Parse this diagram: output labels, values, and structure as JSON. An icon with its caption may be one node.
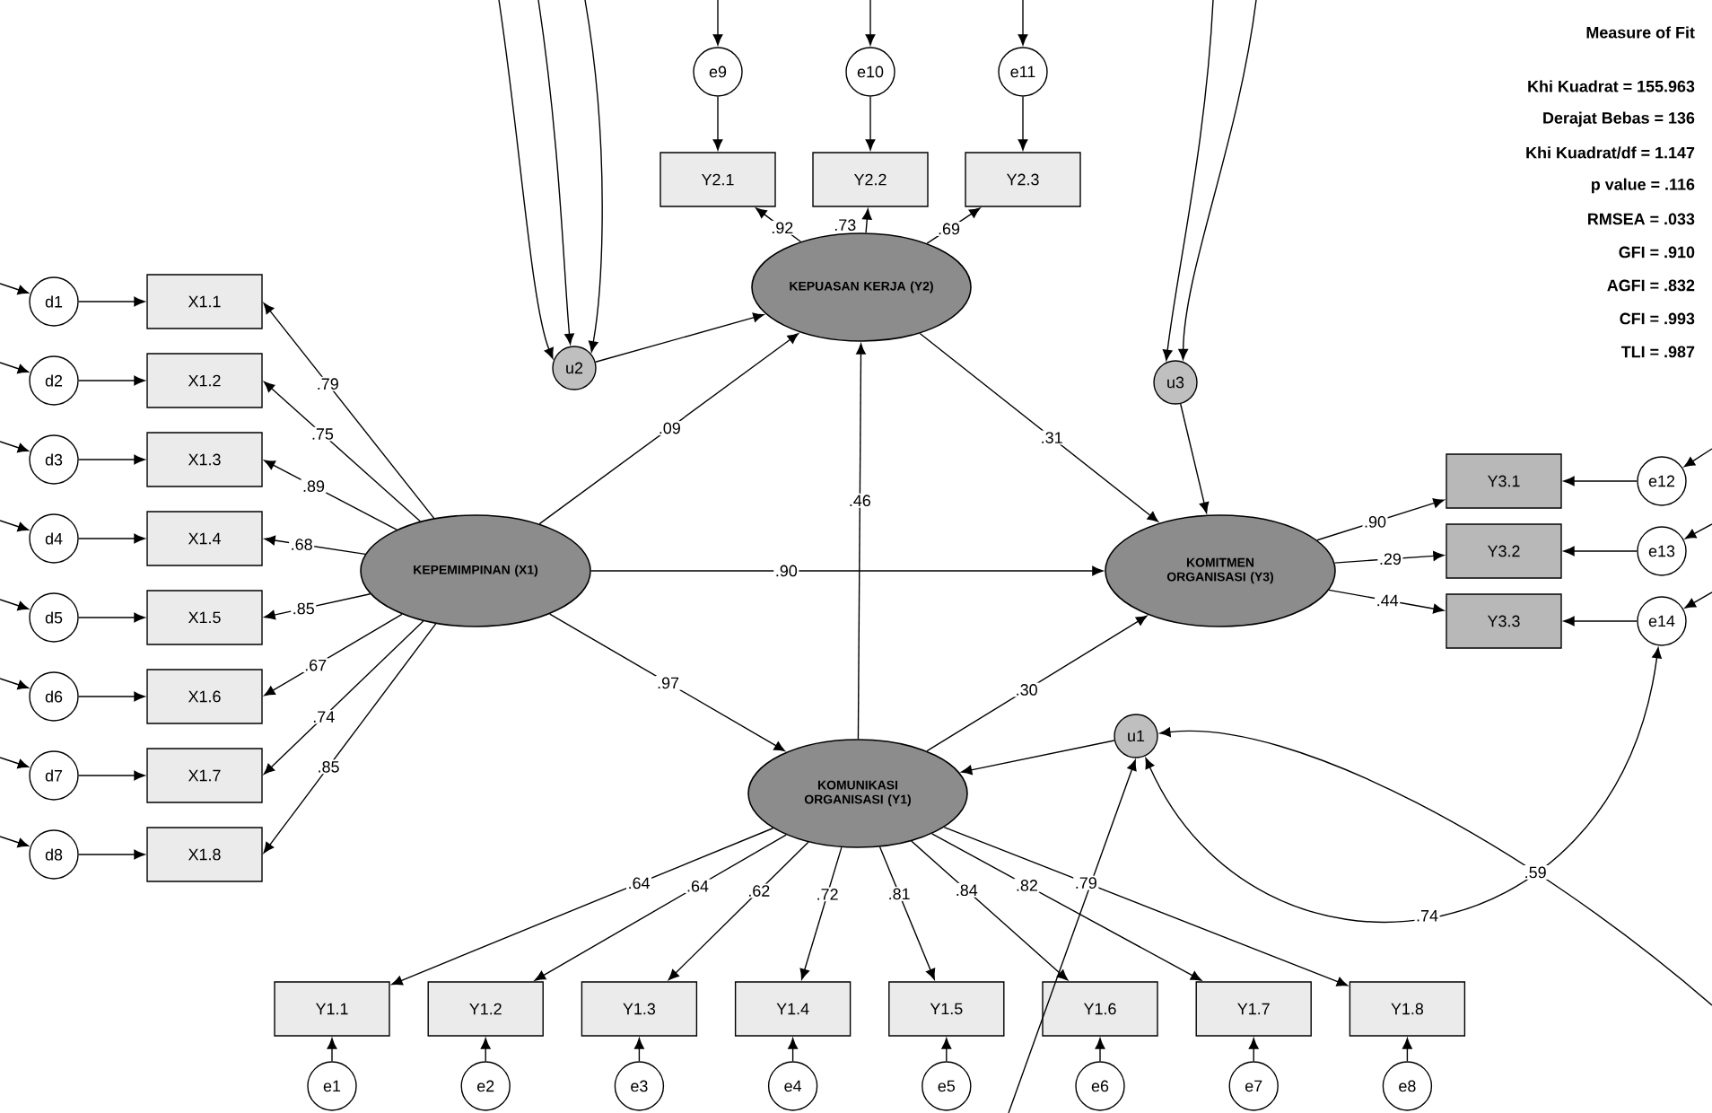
{
  "diagram": {
    "nodes": [
      {
        "text": [
          "KEPEMIMPINAN (X1)"
        ]
      },
      {
        "text": [
          "KEPUASAN KERJA (Y2)"
        ]
      },
      {
        "text": [
          "KOMITMEN ORGANISASI (Y3)"
        ]
      },
      {
        "text": [
          "KOMUNIKASI ORGANISASI (Y1)"
        ]
      },
      {
        "text": [
          "X1.1"
        ]
      },
      {
        "text": [
          "X1.2"
        ]
      },
      {
        "text": [
          "X1.3"
        ]
      },
      {
        "text": [
          "X1.4"
        ]
      },
      {
        "text": [
          "X1.5"
        ]
      },
      {
        "text": [
          "X1.6"
        ]
      },
      {
        "text": [
          "X1.7"
        ]
      },
      {
        "text": [
          "X1.8"
        ]
      },
      {
        "text": [
          "d1"
        ]
      },
      {
        "text": [
          "d2"
        ]
      },
      {
        "text": [
          "d3"
        ]
      },
      {
        "text": [
          "d4"
        ]
      },
      {
        "text": [
          "d5"
        ]
      },
      {
        "text": [
          "d6"
        ]
      },
      {
        "text": [
          "d7"
        ]
      },
      {
        "text": [
          "d8"
        ]
      },
      {
        "text": [
          "Y2.1"
        ]
      },
      {
        "text": [
          "Y2.2"
        ]
      },
      {
        "text": [
          "Y2.3"
        ]
      },
      {
        "text": [
          "e9"
        ]
      },
      {
        "text": [
          "e10"
        ]
      },
      {
        "text": [
          "e11"
        ]
      },
      {
        "text": [
          "Y3.1"
        ]
      },
      {
        "text": [
          "Y3.2"
        ]
      },
      {
        "text": [
          "Y3.3"
        ]
      },
      {
        "text": [
          "e12"
        ]
      },
      {
        "text": [
          "e13"
        ]
      },
      {
        "text": [
          "e14"
        ]
      },
      {
        "text": [
          "Y1.1"
        ]
      },
      {
        "text": [
          "Y1.2"
        ]
      },
      {
        "text": [
          "Y1.3"
        ]
      },
      {
        "text": [
          "Y1.4"
        ]
      },
      {
        "text": [
          "Y1.5"
        ]
      },
      {
        "text": [
          "Y1.6"
        ]
      },
      {
        "text": [
          "Y1.7"
        ]
      },
      {
        "text": [
          "Y1.8"
        ]
      },
      {
        "text": [
          "e1"
        ]
      },
      {
        "text": [
          "e2"
        ]
      },
      {
        "text": [
          "e3"
        ]
      },
      {
        "text": [
          "e4"
        ]
      },
      {
        "text": [
          "e5"
        ]
      },
      {
        "text": [
          "e6"
        ]
      },
      {
        "text": [
          "e7"
        ]
      },
      {
        "text": [
          "e8"
        ]
      },
      {
        "text": [
          "u2"
        ]
      },
      {
        "text": [
          "u3"
        ]
      },
      {
        "text": [
          "u1"
        ]
      }
    ],
    "edges": [
      {
        "from": 0,
        "to": 4,
        "arrow": "to",
        "label": ".79"
      },
      {
        "from": 0,
        "to": 5,
        "arrow": "to",
        "label": ".75"
      },
      {
        "from": 0,
        "to": 6,
        "arrow": "to",
        "label": ".89"
      },
      {
        "from": 0,
        "to": 7,
        "arrow": "to",
        "label": ".68"
      },
      {
        "from": 0,
        "to": 8,
        "arrow": "to",
        "label": ".85"
      },
      {
        "from": 0,
        "to": 9,
        "arrow": "to",
        "label": ".67"
      },
      {
        "from": 0,
        "to": 10,
        "arrow": "to",
        "label": ".74"
      },
      {
        "from": 0,
        "to": 11,
        "arrow": "to",
        "label": ".85"
      },
      {
        "from": 12,
        "to": 4,
        "arrow": "to"
      },
      {
        "from": 13,
        "to": 5,
        "arrow": "to"
      },
      {
        "from": 14,
        "to": 6,
        "arrow": "to"
      },
      {
        "from": 15,
        "to": 7,
        "arrow": "to"
      },
      {
        "from": 16,
        "to": 8,
        "arrow": "to"
      },
      {
        "from": 17,
        "to": 9,
        "arrow": "to"
      },
      {
        "from": 18,
        "to": 10,
        "arrow": "to"
      },
      {
        "from": 19,
        "to": 11,
        "arrow": "to"
      },
      {
        "from": 0,
        "to": 1,
        "arrow": "to",
        "label": ".09"
      },
      {
        "from": 0,
        "to": 2,
        "arrow": "to",
        "label": ".90"
      },
      {
        "from": 0,
        "to": 3,
        "arrow": "to",
        "label": ".97"
      },
      {
        "from": 1,
        "to": 2,
        "arrow": "to",
        "label": ".31"
      },
      {
        "from": 3,
        "to": 1,
        "arrow": "to",
        "label": ".46"
      },
      {
        "from": 3,
        "to": 2,
        "arrow": "to",
        "label": ".30"
      },
      {
        "from": 1,
        "to": 20,
        "arrow": "to",
        "label": ".92"
      },
      {
        "from": 1,
        "to": 21,
        "arrow": "to",
        "label": ".73"
      },
      {
        "from": 1,
        "to": 22,
        "arrow": "to",
        "label": ".69"
      },
      {
        "from": 23,
        "to": 20,
        "arrow": "to"
      },
      {
        "from": 24,
        "to": 21,
        "arrow": "to"
      },
      {
        "from": 25,
        "to": 22,
        "arrow": "to"
      },
      {
        "from": 2,
        "to": 26,
        "arrow": "to",
        "label": ".90"
      },
      {
        "from": 2,
        "to": 27,
        "arrow": "to",
        "label": ".29"
      },
      {
        "from": 2,
        "to": 28,
        "arrow": "to",
        "label": ".44"
      },
      {
        "from": 29,
        "to": 26,
        "arrow": "to"
      },
      {
        "from": 30,
        "to": 27,
        "arrow": "to"
      },
      {
        "from": 31,
        "to": 28,
        "arrow": "to"
      },
      {
        "from": 3,
        "to": 32,
        "arrow": "to",
        "label": ".64"
      },
      {
        "from": 3,
        "to": 33,
        "arrow": "to",
        "label": ".64"
      },
      {
        "from": 3,
        "to": 34,
        "arrow": "to",
        "label": ".62"
      },
      {
        "from": 3,
        "to": 35,
        "arrow": "to",
        "label": ".72"
      },
      {
        "from": 3,
        "to": 36,
        "arrow": "to",
        "label": ".81"
      },
      {
        "from": 3,
        "to": 37,
        "arrow": "to",
        "label": ".84"
      },
      {
        "from": 3,
        "to": 38,
        "arrow": "to",
        "label": ".82"
      },
      {
        "from": 3,
        "to": 39,
        "arrow": "to",
        "label": ".79"
      },
      {
        "from": 40,
        "to": 32,
        "arrow": "to"
      },
      {
        "from": 41,
        "to": 33,
        "arrow": "to"
      },
      {
        "from": 42,
        "to": 34,
        "arrow": "to"
      },
      {
        "from": 43,
        "to": 35,
        "arrow": "to"
      },
      {
        "from": 44,
        "to": 36,
        "arrow": "to"
      },
      {
        "from": 45,
        "to": 37,
        "arrow": "to"
      },
      {
        "from": 46,
        "to": 38,
        "arrow": "to"
      },
      {
        "from": 47,
        "to": 39,
        "arrow": "to"
      },
      {
        "from": 48,
        "to": 1,
        "arrow": "to"
      },
      {
        "from": 49,
        "to": 2,
        "arrow": "to"
      },
      {
        "from": 50,
        "to": 3,
        "arrow": "to"
      },
      {
        "from": 50,
        "to": 31,
        "arrow": "both",
        "label": ".74"
      },
      {
        "from": null,
        "to": 50,
        "arrow": "to",
        "label": ".59"
      },
      {
        "from": null,
        "to": 50,
        "arrow": "to"
      },
      {
        "from": null,
        "to": 48,
        "arrow": "to"
      },
      {
        "from": null,
        "to": 48,
        "arrow": "to"
      },
      {
        "from": null,
        "to": 48,
        "arrow": "to"
      },
      {
        "from": null,
        "to": 49,
        "arrow": "to"
      },
      {
        "from": null,
        "to": 49,
        "arrow": "to"
      },
      {
        "from": null,
        "to": 29,
        "arrow": "to"
      },
      {
        "from": null,
        "to": 30,
        "arrow": "to"
      },
      {
        "from": null,
        "to": 31,
        "arrow": "to"
      },
      {
        "from": null,
        "to": 23,
        "arrow": "to"
      },
      {
        "from": null,
        "to": 24,
        "arrow": "to"
      },
      {
        "from": null,
        "to": 25,
        "arrow": "to"
      },
      {
        "from": null,
        "to": 12,
        "arrow": "to"
      },
      {
        "from": null,
        "to": 13,
        "arrow": "to"
      },
      {
        "from": null,
        "to": 14,
        "arrow": "to"
      },
      {
        "from": null,
        "to": 15,
        "arrow": "to"
      },
      {
        "from": null,
        "to": 16,
        "arrow": "to"
      },
      {
        "from": null,
        "to": 17,
        "arrow": "to"
      },
      {
        "from": null,
        "to": 18,
        "arrow": "to"
      },
      {
        "from": null,
        "to": 19,
        "arrow": "to"
      }
    ],
    "labels": [
      "Measure of Fit",
      "Khi Kuadrat = 155.963",
      "Derajat Bebas = 136",
      "Khi Kuadrat/df = 1.147",
      "p value = .116",
      "RMSEA = .033",
      "GFI = .910",
      "AGFI = .832",
      "CFI = .993",
      "TLI = .987"
    ]
  }
}
